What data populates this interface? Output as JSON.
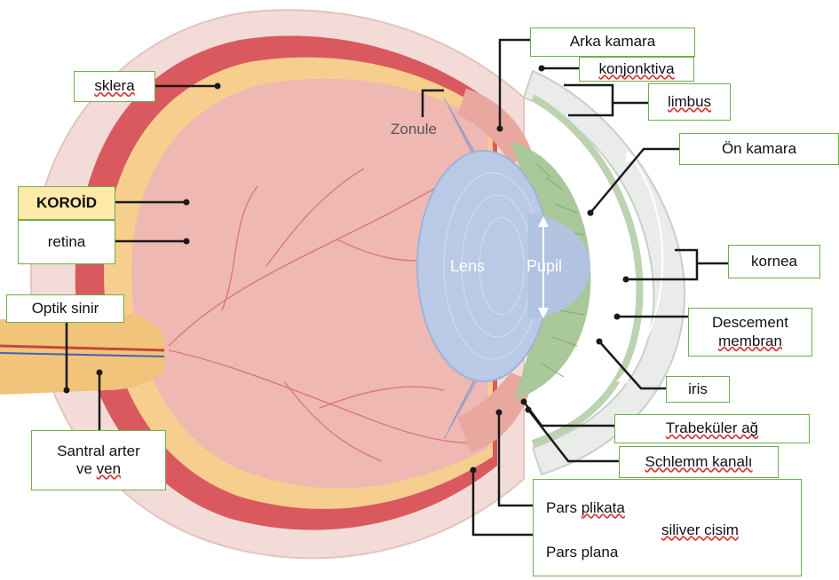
{
  "labels": {
    "sklera": "sklera",
    "koroid": "KOROİD",
    "retina": "retina",
    "optik_sinir": "Optik sinir",
    "santral_line1": "Santral arter",
    "santral_line2": "ve ven",
    "arka_kamara": "Arka kamara",
    "konjonktiva": "konjonktiva",
    "limbus": "limbus",
    "on_kamara": "Ön kamara",
    "kornea": "kornea",
    "descement_line1": "Descement",
    "descement_line2": "membran",
    "iris": "iris",
    "trabekuler": "Trabeküler ağ",
    "schlemm": "Schlemm kanalı",
    "pars_plikata": "Pars plikata",
    "pars_plana": "Pars plana",
    "siliver_cisim": "siliver cisim"
  },
  "overlay": {
    "zonule": "Zonule",
    "lens": "Lens",
    "pupil": "Pupil"
  },
  "colors": {
    "label_border": "#6fae4a",
    "koroid_fill": "#fde9a8",
    "leader_line": "#1a1a1a",
    "sclera": "#f3dcd8",
    "choroid": "#d9595f",
    "retina": "#f6cf8e",
    "vitreous": "#f0b8b2",
    "lens": "#b9c9e6",
    "iris": "#a9c99a",
    "cornea": "#e9ece9",
    "ciliary": "#e8a8a0",
    "arrow": "#3b6fd6"
  }
}
